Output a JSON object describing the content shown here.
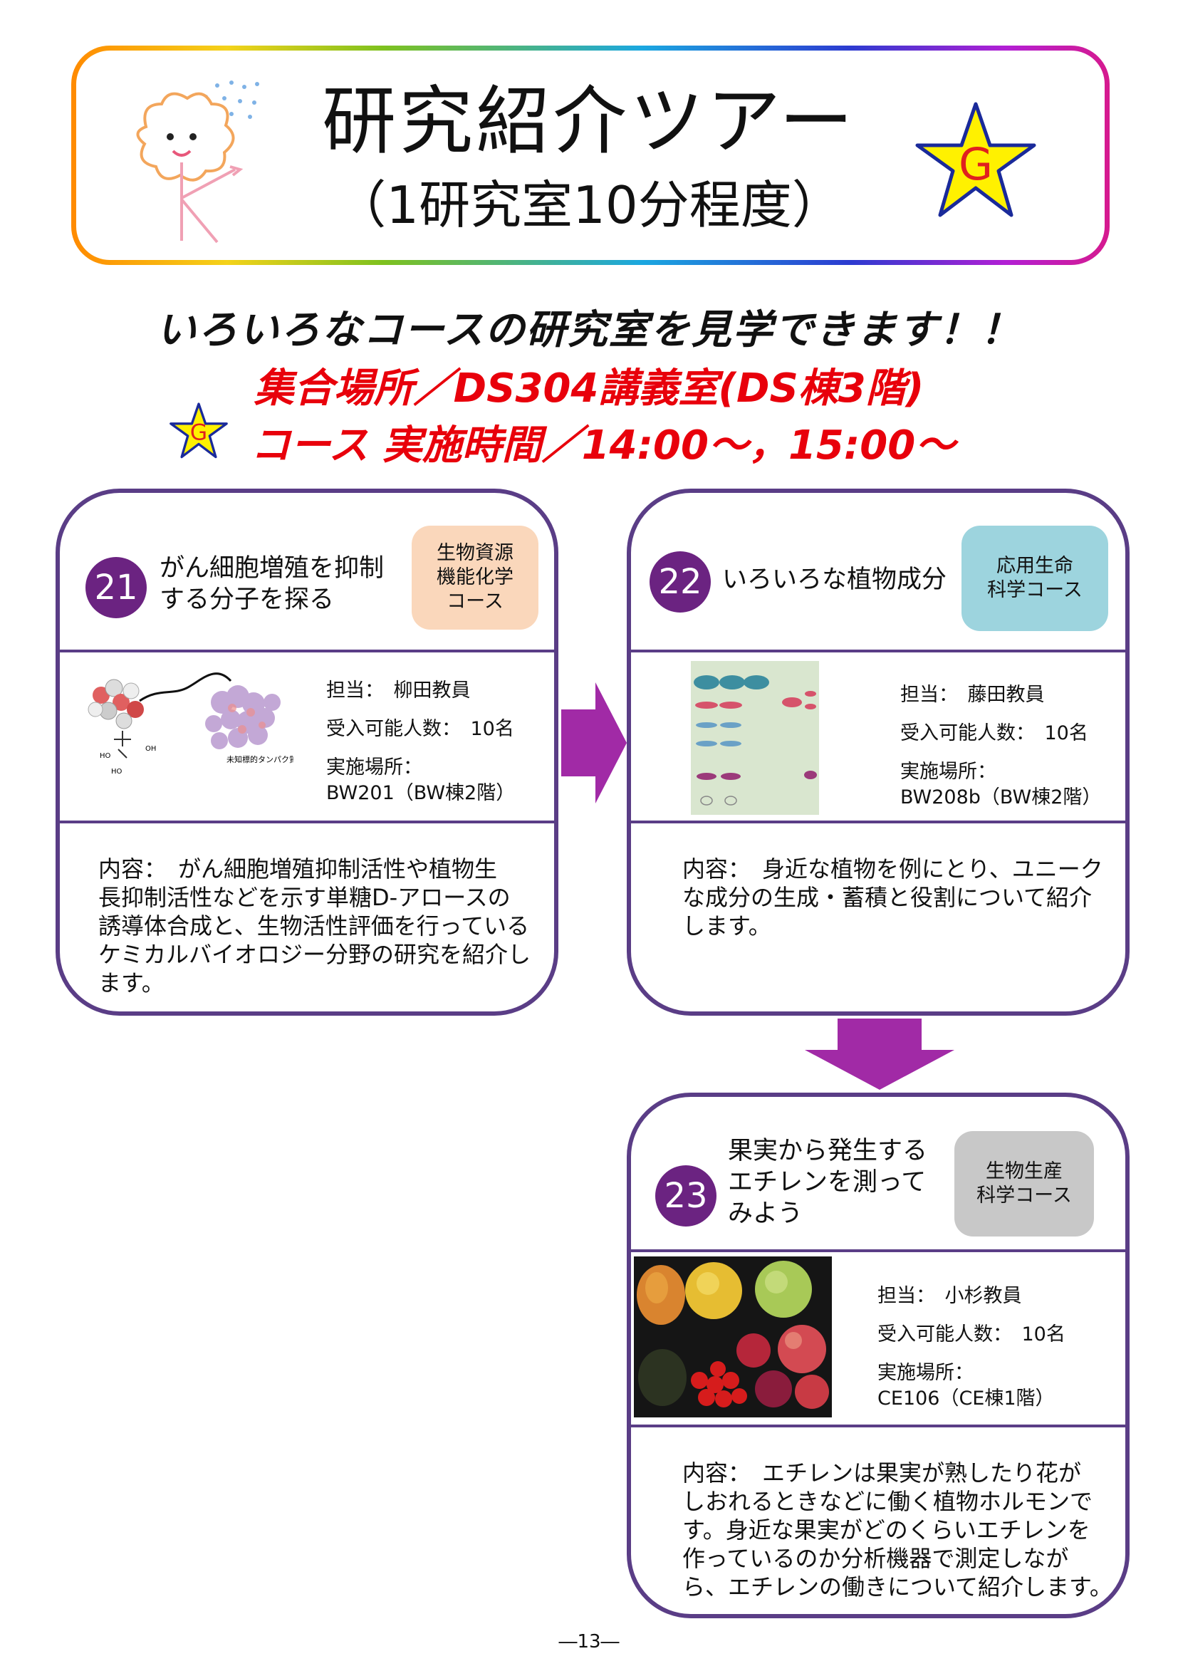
{
  "header": {
    "title": "研究紹介ツアー",
    "subtitle": "（1研究室10分程度）"
  },
  "lead_text": "いろいろなコースの研究室を見学できます！！",
  "meeting_place": "集合場所／DS304講義室(DS棟3階)",
  "course_badge": "G",
  "schedule": "コース 実施時間／14:00～，15:00～",
  "labs": [
    {
      "number": "21",
      "title_line1": "がん細胞増殖を抑制",
      "title_line2": "する分子を探る",
      "course_line1": "生物資源",
      "course_line2": "機能化学",
      "course_line3": "コース",
      "course_color": "#fad7bb",
      "staff": "担当：　柳田教員",
      "capacity": "受入可能人数：　10名",
      "place_label": "実施場所：",
      "place": "BW201（BW棟2階）",
      "image_caption": "未知標的タンパク質",
      "content_lines": [
        "内容：　がん細胞増殖抑制活性や植物生",
        "長抑制活性などを示す単糖D-アロースの",
        "誘導体合成と、生物活性評価を行っている",
        "ケミカルバイオロジー分野の研究を紹介し",
        "ます。"
      ]
    },
    {
      "number": "22",
      "title_line1": "いろいろな植物成分",
      "course_line1": "応用生命",
      "course_line2": "科学コース",
      "course_color": "#9dd4de",
      "staff": "担当：　藤田教員",
      "capacity": "受入可能人数：　10名",
      "place_label": "実施場所：",
      "place": "BW208b（BW棟2階）",
      "content_lines": [
        "内容：　身近な植物を例にとり、ユニーク",
        "な成分の生成・蓄積と役割について紹介",
        "します。"
      ]
    },
    {
      "number": "23",
      "title_line1": "果実から発生する",
      "title_line2": "エチレンを測って",
      "title_line3": "みよう",
      "course_line1": "生物生産",
      "course_line2": "科学コース",
      "course_color": "#c8c8c8",
      "staff": "担当：　小杉教員",
      "capacity": "受入可能人数：　10名",
      "place_label": "実施場所：",
      "place": "CE106（CE棟1階）",
      "content_lines": [
        "内容：　エチレンは果実が熟したり花が",
        "しおれるときなどに働く植物ホルモンで",
        "す。身近な果実がどのくらいエチレンを",
        "作っているのか分析機器で測定しなが",
        "ら、エチレンの働きについて紹介します。"
      ]
    }
  ],
  "page_number": "―13―"
}
